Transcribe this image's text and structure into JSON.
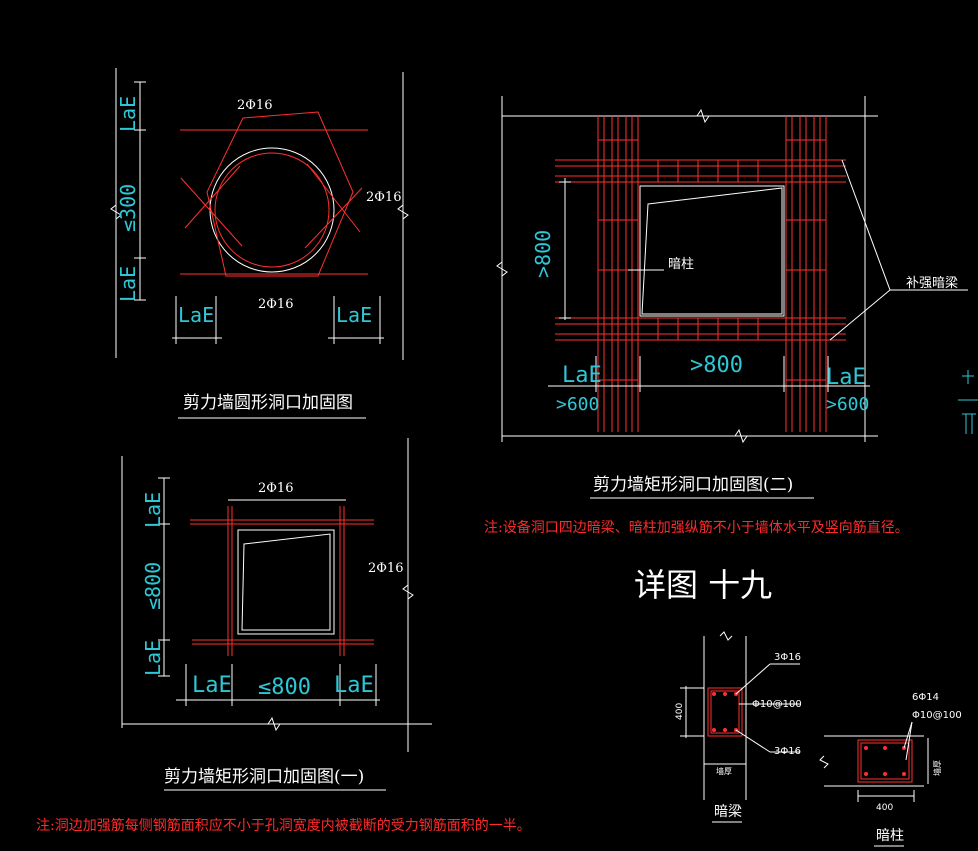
{
  "labels": {
    "lae": "LaE",
    "bar_2phi16": "2Φ16",
    "le300": "≤300",
    "le800": "≤800",
    "gt800": ">800",
    "gt600": ">600",
    "anzhu": "暗柱",
    "buqiang_anliang": "补强暗梁",
    "bar_3phi16": "3Φ16",
    "bar_phi10_100": "Φ10@100",
    "bar_6phi14": "6Φ14",
    "dim_400": "400",
    "qianghou": "墙厚",
    "anliang": "暗梁"
  },
  "titles": {
    "circle": "剪力墙圆形洞口加固图",
    "rect2": "剪力墙矩形洞口加固图(二)",
    "rect1": "剪力墙矩形洞口加固图(一)",
    "detail": "详图 十九"
  },
  "notes": {
    "note_rect2": "注:设备洞口四边暗梁、暗柱加强纵筋不小于墙体水平及竖向筋直径。",
    "note_rect1": "注:洞边加强筋每侧钢筋面积应不小于孔洞宽度内被截断的受力钢筋面积的一半。"
  },
  "colors": {
    "background": "#000000",
    "line_white": "#ffffff",
    "line_red": "#ff3030",
    "text_cyan": "#2ec7d6",
    "text_red": "#ff2a2a"
  }
}
